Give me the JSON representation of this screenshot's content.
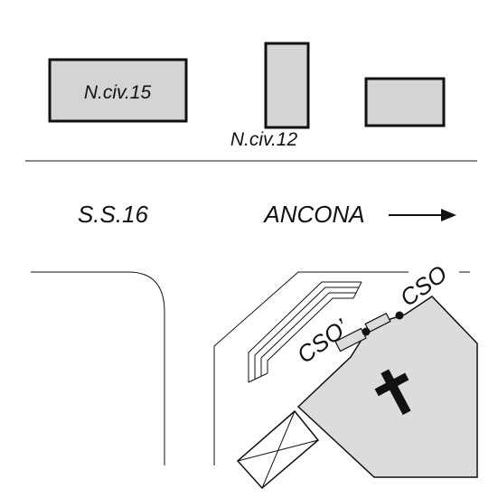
{
  "colors": {
    "building_fill": "#d4d4d4",
    "church_fill": "#dcdcdc",
    "ink": "#111111",
    "background": "#ffffff"
  },
  "buildings": {
    "civ15_label": "N.civ.15",
    "civ12_label": "N.civ.12"
  },
  "road": {
    "name": "S.S.16",
    "direction_label": "ANCONA"
  },
  "points": {
    "cso_label": "CSO",
    "cso_prime_label": "CSO’"
  },
  "icons": {
    "church": "latin-cross-icon",
    "direction": "right-arrow-icon"
  }
}
